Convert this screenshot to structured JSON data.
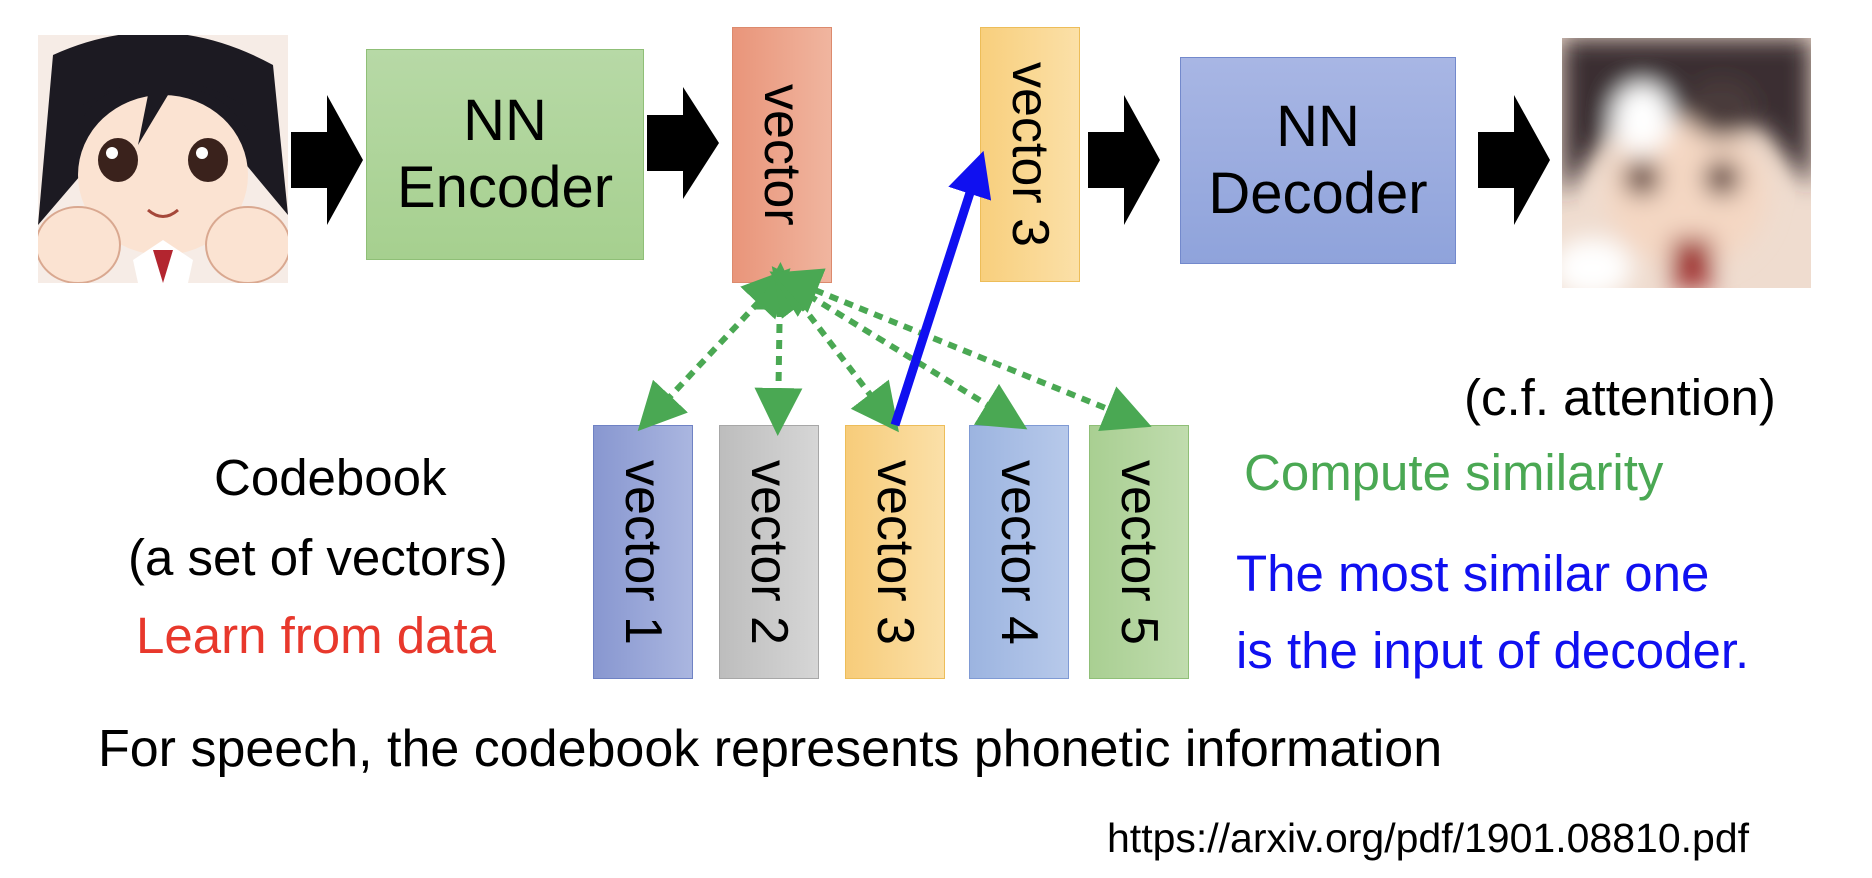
{
  "encoder": {
    "line1": "NN",
    "line2": "Encoder"
  },
  "decoder": {
    "line1": "NN",
    "line2": "Decoder"
  },
  "encoded_vector": {
    "label": "vector"
  },
  "selected_vector": {
    "label": "vector 3"
  },
  "codebook": {
    "vectors": [
      "vector 1",
      "vector 2",
      "vector 3",
      "vector 4",
      "vector 5"
    ]
  },
  "text": {
    "codebook_title": "Codebook",
    "codebook_desc": "(a set of vectors)",
    "learn": "Learn from data",
    "cf_attention": "(c.f. attention)",
    "compute_similarity": "Compute similarity",
    "most_similar_line1": "The most similar one",
    "most_similar_line2": "is the input of decoder.",
    "speech_note": "For speech, the codebook represents phonetic information",
    "source_url": "https://arxiv.org/pdf/1901.08810.pdf"
  },
  "colors": {
    "similarity_arrow": "#4aa853",
    "selection_arrow": "#1010f0",
    "learn_text": "#e8382c"
  },
  "icons": {
    "input_image": "anime-girl-image",
    "output_image": "blurred-reconstruction-image",
    "flow_arrow": "thick-right-arrow"
  }
}
